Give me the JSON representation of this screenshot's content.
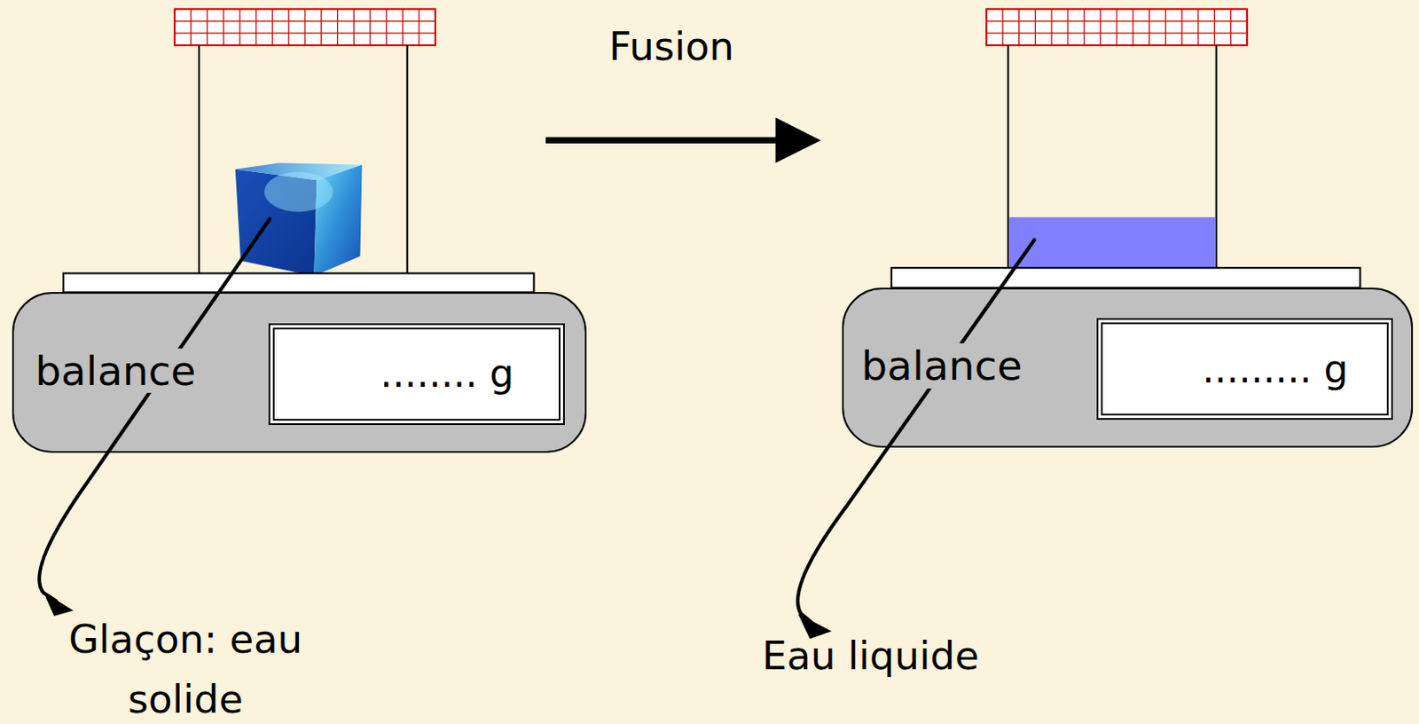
{
  "diagram": {
    "nodes": [
      {
        "text": [
          "balance"
        ]
      },
      {
        "text": [
          "........ g"
        ],
        "in": 0
      },
      {
        "text": [
          "balance"
        ]
      },
      {
        "text": [
          "......... g"
        ],
        "in": 2
      }
    ],
    "labels": [
      "Fusion",
      "Glaçon: eau solide",
      "Eau liquide"
    ]
  }
}
